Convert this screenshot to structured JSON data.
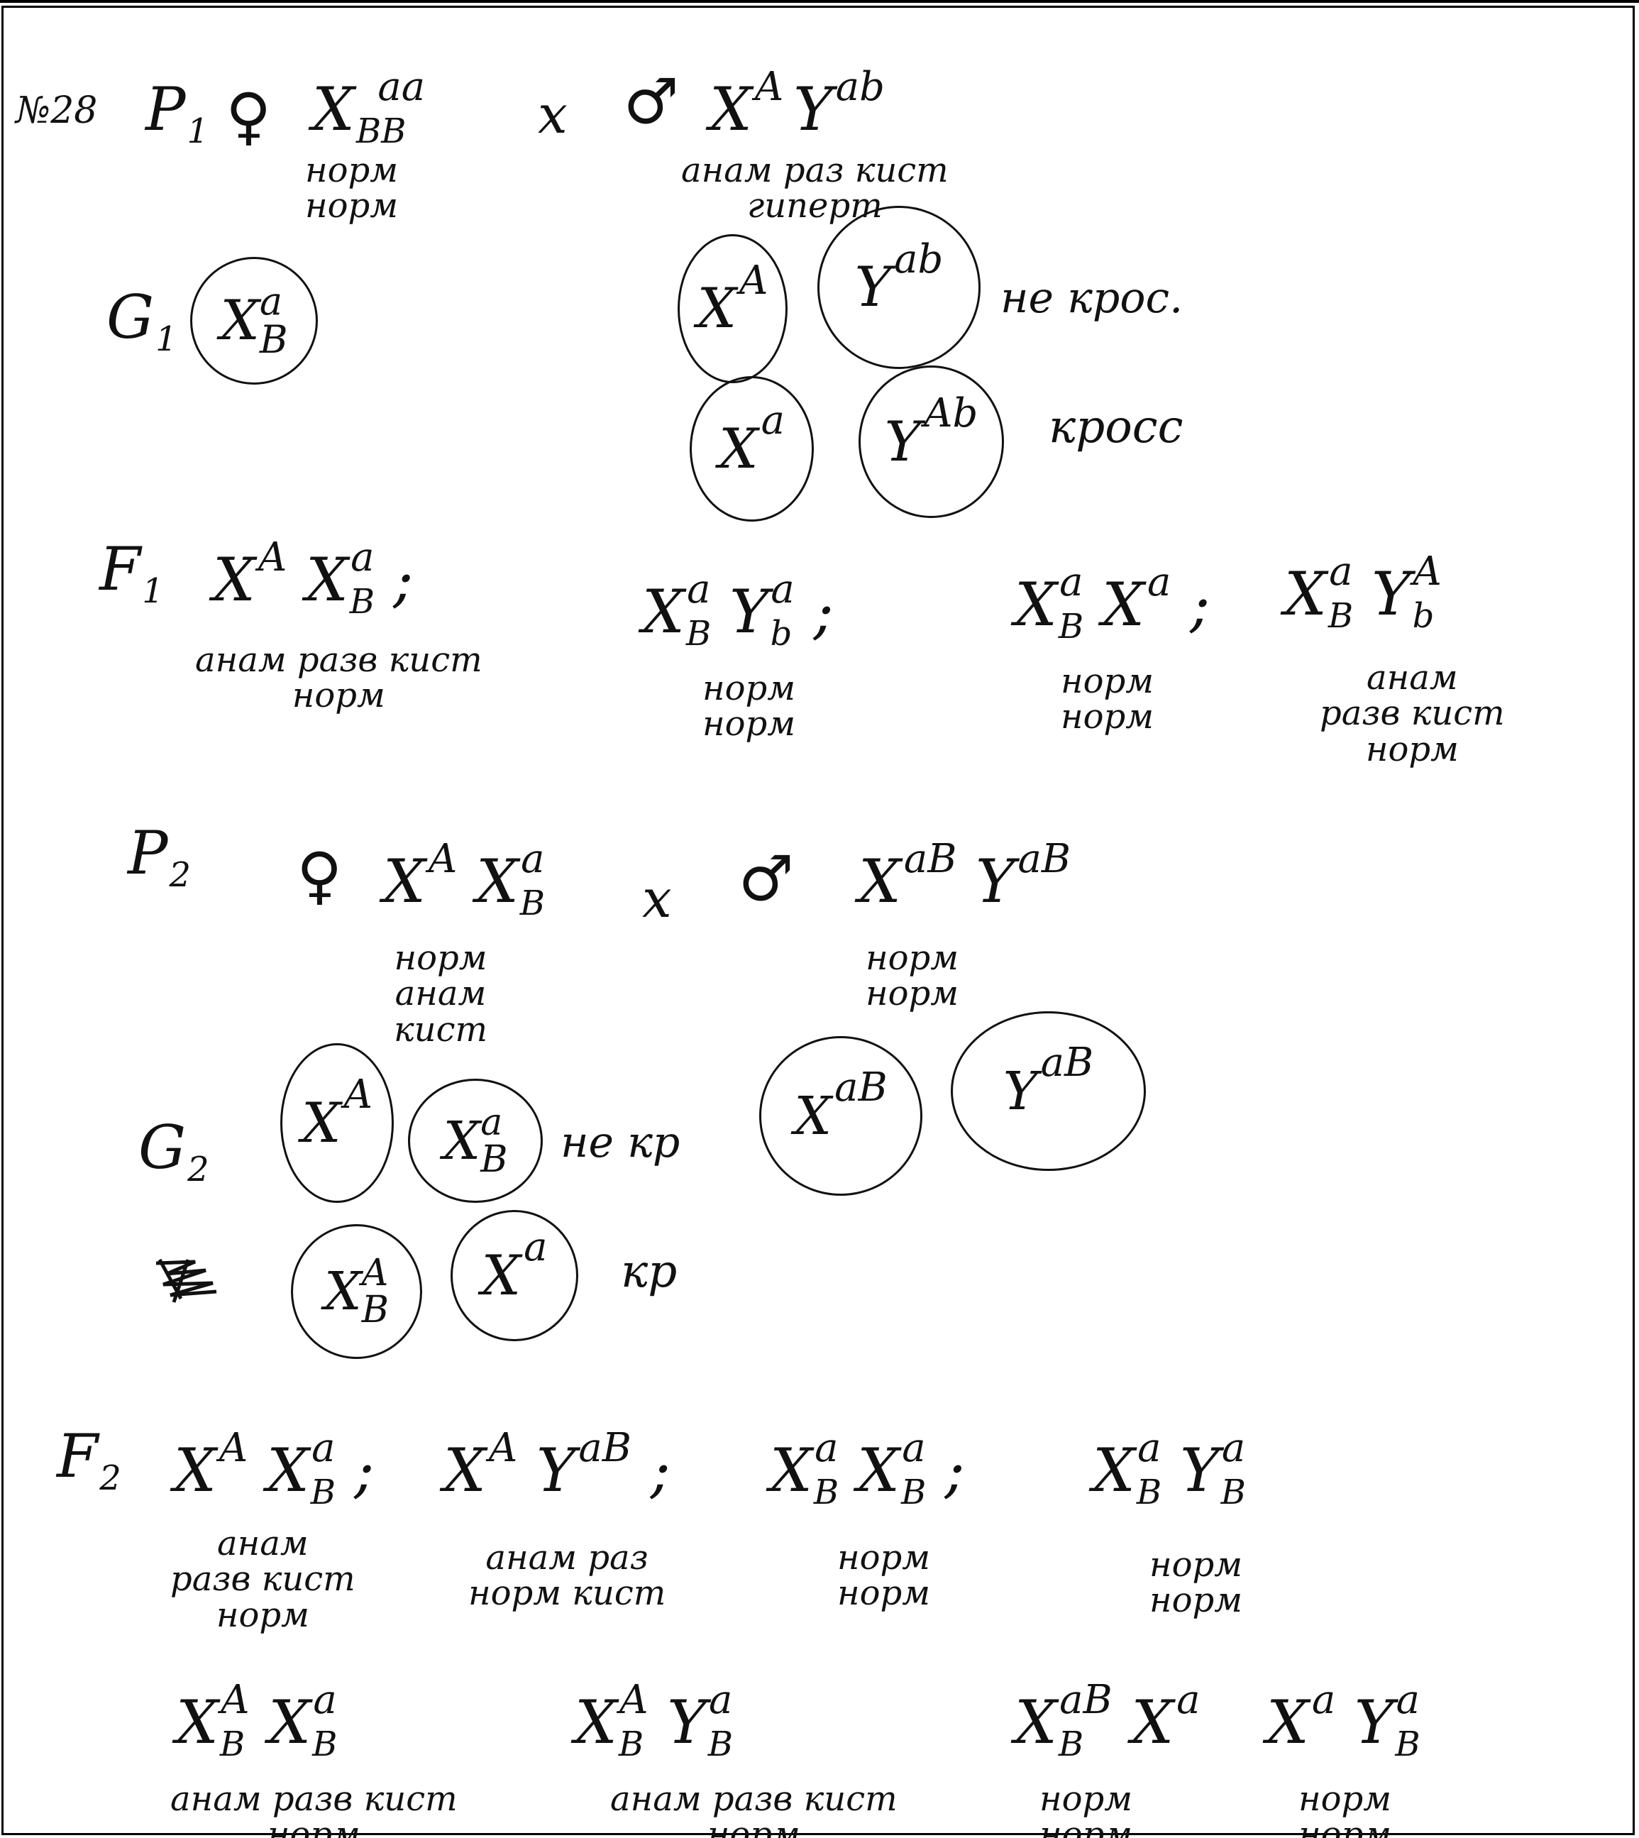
{
  "problem_number": "№28",
  "cross1": {
    "parent_label": "P",
    "parent_index": "1",
    "female_symbol": "♀",
    "female_genotype": {
      "letter": "X",
      "sup": "aa",
      "sub": "BB"
    },
    "female_notes": [
      "норм",
      "норм"
    ],
    "cross_sign": "x",
    "male_symbol": "♂",
    "male_genotype": {
      "x_sup": "A",
      "y_sup": "ab"
    },
    "male_notes": [
      "анам раз кист",
      "гиперт"
    ],
    "gametes_label": "G",
    "gametes_index": "1",
    "female_gamete": {
      "letter": "X",
      "sup": "a",
      "sub": "B"
    },
    "male_gametes": [
      {
        "letter": "X",
        "sup": "A"
      },
      {
        "letter": "Y",
        "sup": "ab"
      },
      {
        "letter": "X",
        "sup": "a"
      },
      {
        "letter": "Y",
        "sup": "Ab"
      }
    ],
    "noncross_label": "не крос.",
    "cross_label": "кросс"
  },
  "f1": {
    "label": "F",
    "index": "1",
    "offspring": [
      {
        "genotype": "X^A X^a_B ;",
        "notes": [
          "анам разв кист",
          "норм"
        ]
      },
      {
        "genotype": "X^a_B Y^a_b ;",
        "notes": [
          "норм",
          "норм"
        ]
      },
      {
        "genotype": "X^a_B X^a ;",
        "notes": [
          "норм",
          "норм"
        ]
      },
      {
        "genotype": "X^a_B Y^A_b",
        "notes": [
          "анам",
          "разв кист",
          "норм"
        ]
      }
    ]
  },
  "cross2": {
    "parent_label": "P",
    "parent_index": "2",
    "female_symbol": "♀",
    "female_genotype": "X^A X^a_B",
    "female_notes": [
      "норм",
      "анам",
      "кист"
    ],
    "cross_sign": "x",
    "male_symbol": "♂",
    "male_genotype": "X^aB Y^aB",
    "male_notes": [
      "норм",
      "норм"
    ],
    "gametes_label": "G",
    "gametes_index": "2",
    "female_gametes_noncross": [
      {
        "letter": "X",
        "sup": "A",
        "sub": ""
      },
      {
        "letter": "X",
        "sup": "a",
        "sub": "B"
      }
    ],
    "female_gametes_cross": [
      {
        "letter": "X",
        "sup": "A",
        "sub": "B"
      },
      {
        "letter": "X",
        "sup": "a",
        "sub": ""
      }
    ],
    "male_gametes": [
      {
        "letter": "X",
        "sup": "aB"
      },
      {
        "letter": "Y",
        "sup": "aB"
      }
    ],
    "noncross_label": "не кр",
    "cross_label": "кр"
  },
  "f2": {
    "label": "F",
    "index": "2",
    "row1": [
      {
        "genotype": "X^A X^a_B ;",
        "notes": [
          "анам",
          "разв кист",
          "норм"
        ]
      },
      {
        "genotype": "X^A Y^aB ;",
        "notes": [
          "анам раз",
          "норм кист"
        ]
      },
      {
        "genotype": "X^a_B X^a_B ;",
        "notes": [
          "норм",
          "норм"
        ]
      },
      {
        "genotype": "X^a_B Y^a_B",
        "notes": [
          "норм",
          "норм"
        ]
      }
    ],
    "row2": [
      {
        "genotype": "X^A_B X^a_B",
        "notes": [
          "анам разв кист",
          "норм"
        ]
      },
      {
        "genotype": "X^A_B Y^a_B",
        "notes": [
          "анам разв кист",
          "норм"
        ]
      },
      {
        "genotype": "X^aB_B X^a",
        "notes": [
          "норм",
          "норм"
        ]
      },
      {
        "genotype": "X^a Y^a_B",
        "notes": [
          "норм",
          "норм"
        ]
      }
    ]
  }
}
